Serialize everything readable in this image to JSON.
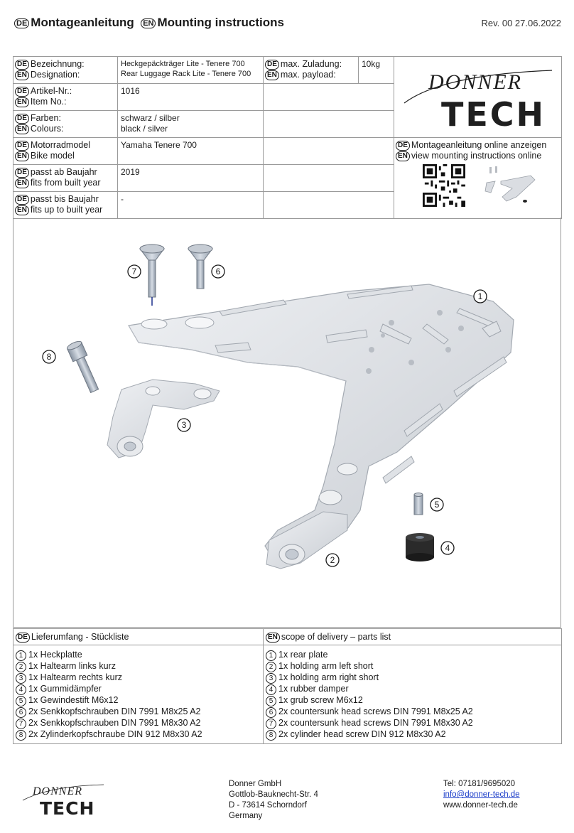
{
  "header": {
    "title_de_badge": "DE",
    "title_de": "Montageanleitung",
    "title_en_badge": "EN",
    "title_en": "Mounting instructions",
    "revision": "Rev. 00 27.06.2022"
  },
  "info": {
    "designation": {
      "de": "Bezeichnung:",
      "en": "Designation:",
      "value_de": "Heckgepäckträger Lite - Tenere 700",
      "value_en": "Rear Luggage Rack Lite - Tenere 700"
    },
    "payload": {
      "de": "max. Zuladung:",
      "en": "max. payload:",
      "value": "10kg"
    },
    "article": {
      "de": "Artikel-Nr.:",
      "en": "Item No.:",
      "value": "1016"
    },
    "colours": {
      "de": "Farben:",
      "en": "Colours:",
      "value_de": "schwarz / silber",
      "value_en": "black / silver"
    },
    "bike": {
      "de": "Motorradmodel",
      "en": "Bike model",
      "value": "Yamaha Tenere 700"
    },
    "from_year": {
      "de": "passt ab Baujahr",
      "en": "fits from built year",
      "value": "2019"
    },
    "to_year": {
      "de": "passt bis Baujahr",
      "en": "fits up to built year",
      "value": "-"
    },
    "online": {
      "de": "Montageanleitung online anzeigen",
      "en": "view mounting instructions online"
    }
  },
  "badges": {
    "de": "DE",
    "en": "EN"
  },
  "logo": {
    "top": "DONNER",
    "bottom": "TECH",
    "color": "#1f1f1f"
  },
  "callouts": [
    "1",
    "2",
    "3",
    "4",
    "5",
    "6",
    "7",
    "8"
  ],
  "parts": {
    "header_de": "Lieferumfang - Stückliste",
    "header_en": "scope of delivery – parts list",
    "de": [
      {
        "n": "1",
        "text": "1x Heckplatte"
      },
      {
        "n": "2",
        "text": "1x Haltearm links kurz"
      },
      {
        "n": "3",
        "text": "1x Haltearm rechts kurz"
      },
      {
        "n": "4",
        "text": "1x Gummidämpfer"
      },
      {
        "n": "5",
        "text": "1x Gewindestift M6x12"
      },
      {
        "n": "6",
        "text": "2x Senkkopfschrauben DIN 7991 M8x25 A2"
      },
      {
        "n": "7",
        "text": "2x Senkkopfschrauben DIN 7991 M8x30 A2"
      },
      {
        "n": "8",
        "text": "2x Zylinderkopfschraube DIN 912 M8x30 A2"
      }
    ],
    "en": [
      {
        "n": "1",
        "text": "1x rear plate"
      },
      {
        "n": "2",
        "text": "1x holding arm left short"
      },
      {
        "n": "3",
        "text": "1x holding arm right short"
      },
      {
        "n": "4",
        "text": "1x rubber damper"
      },
      {
        "n": "5",
        "text": "1x grub screw M6x12"
      },
      {
        "n": "6",
        "text": "2x countersunk head screws DIN 7991 M8x25 A2"
      },
      {
        "n": "7",
        "text": "2x countersunk head screws DIN 7991 M8x30 A2"
      },
      {
        "n": "8",
        "text": "2x cylinder head screw DIN 912 M8x30 A2"
      }
    ]
  },
  "footer": {
    "company": "Donner GmbH",
    "street": "Gottlob-Bauknecht-Str. 4",
    "city": "D - 73614 Schorndorf",
    "country": "Germany",
    "phone": "Tel: 07181/9695020",
    "email": "info@donner-tech.de",
    "web": "www.donner-tech.de"
  }
}
